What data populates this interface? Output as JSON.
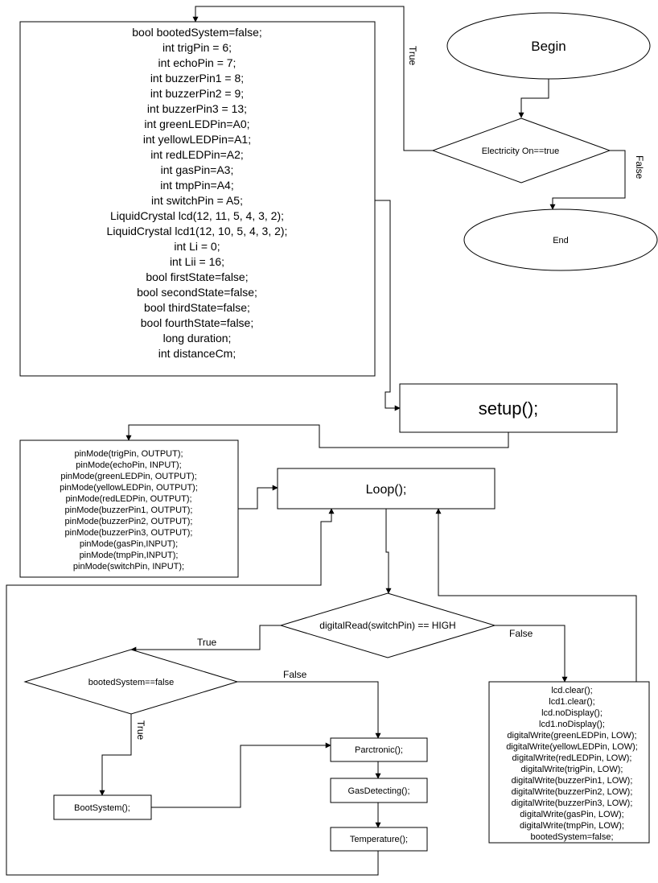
{
  "nodes": {
    "begin": "Begin",
    "electricity": "Electricity On==true",
    "end": "End",
    "setup": "setup();",
    "loop": "Loop();",
    "switch_check": "digitalRead(switchPin) == HIGH",
    "booted_check": "bootedSystem==false",
    "boot_system": "BootSystem();",
    "parctronic": "Parctronic();",
    "gas_detecting": "GasDetecting();",
    "temperature": "Temperature();"
  },
  "edge_labels": {
    "true_electricity": "True",
    "false_electricity": "False",
    "true_switch": "True",
    "false_switch": "False",
    "true_booted": "True",
    "false_booted": "False"
  },
  "declarations": [
    "bool bootedSystem=false;",
    "int trigPin = 6;",
    "int echoPin = 7;",
    "int buzzerPin1 = 8;",
    "int buzzerPin2 = 9;",
    "int buzzerPin3 = 13;",
    "int greenLEDPin=A0;",
    "int yellowLEDPin=A1;",
    "int redLEDPin=A2;",
    "int gasPin=A3;",
    "int tmpPin=A4;",
    "int switchPin = A5;",
    "LiquidCrystal lcd(12, 11, 5, 4, 3, 2);",
    "LiquidCrystal lcd1(12, 10, 5, 4, 3, 2);",
    "int Li          = 0;",
    "int Lii         = 16;",
    "bool firstState=false;",
    "bool secondState=false;",
    "bool thirdState=false;",
    "bool fourthState=false;",
    "long duration;",
    "int distanceCm;"
  ],
  "pin_modes": [
    "pinMode(trigPin, OUTPUT);",
    "pinMode(echoPin, INPUT);",
    "pinMode(greenLEDPin, OUTPUT);",
    "pinMode(yellowLEDPin, OUTPUT);",
    "pinMode(redLEDPin, OUTPUT);",
    "pinMode(buzzerPin1, OUTPUT);",
    "pinMode(buzzerPin2, OUTPUT);",
    "pinMode(buzzerPin3, OUTPUT);",
    "pinMode(gasPin,INPUT);",
    "pinMode(tmpPin,INPUT);",
    "pinMode(switchPin, INPUT);"
  ],
  "shutdown": [
    "lcd.clear();",
    "lcd1.clear();",
    "lcd.noDisplay();",
    "lcd1.noDisplay();",
    "digitalWrite(greenLEDPin, LOW);",
    "digitalWrite(yellowLEDPin, LOW);",
    "digitalWrite(redLEDPin, LOW);",
    "digitalWrite(trigPin, LOW);",
    "digitalWrite(buzzerPin1, LOW);",
    "digitalWrite(buzzerPin2, LOW);",
    "digitalWrite(buzzerPin3, LOW);",
    "digitalWrite(gasPin, LOW);",
    "digitalWrite(tmpPin, LOW);",
    "bootedSystem=false;"
  ]
}
